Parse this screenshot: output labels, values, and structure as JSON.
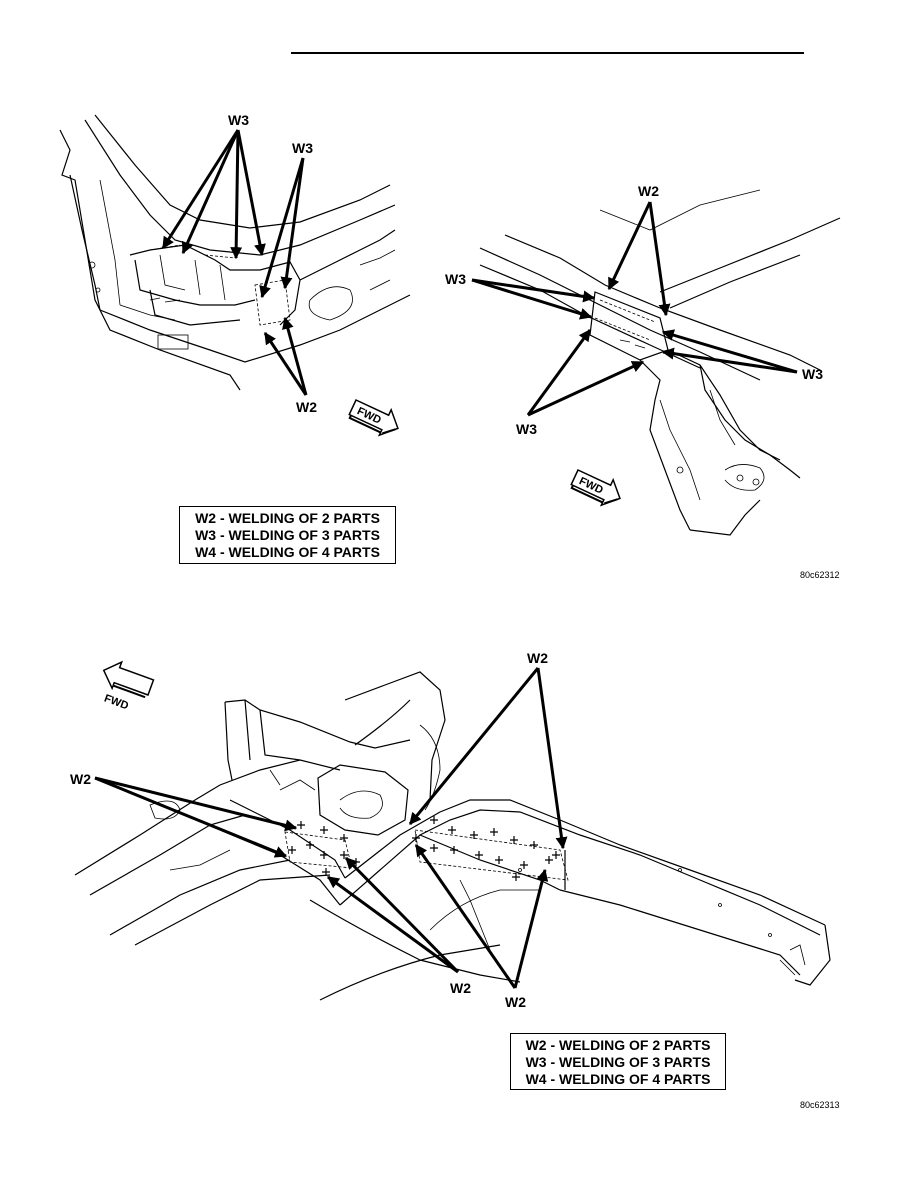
{
  "figure_1": {
    "labels": {
      "w3_top": "W3",
      "w3_right": "W3",
      "w2_bottom": "W2",
      "fwd": "FWD"
    }
  },
  "figure_2": {
    "labels": {
      "w2_top": "W2",
      "w3_left": "W3",
      "w3_right": "W3",
      "w3_bottom": "W3",
      "fwd": "FWD"
    },
    "figure_id": "80c62312"
  },
  "legend_1": {
    "line_1": "W2 - WELDING OF 2 PARTS",
    "line_2": "W3 - WELDING OF 3 PARTS",
    "line_3": "W4 - WELDING OF 4 PARTS"
  },
  "figure_3": {
    "labels": {
      "w2_top": "W2",
      "w2_left": "W2",
      "w2_bottom_a": "W2",
      "w2_bottom_b": "W2",
      "fwd": "FWD"
    },
    "figure_id": "80c62313"
  },
  "legend_2": {
    "line_1": "W2 - WELDING OF 2 PARTS",
    "line_2": "W3 - WELDING OF 3 PARTS",
    "line_3": "W4 - WELDING OF 4 PARTS"
  }
}
